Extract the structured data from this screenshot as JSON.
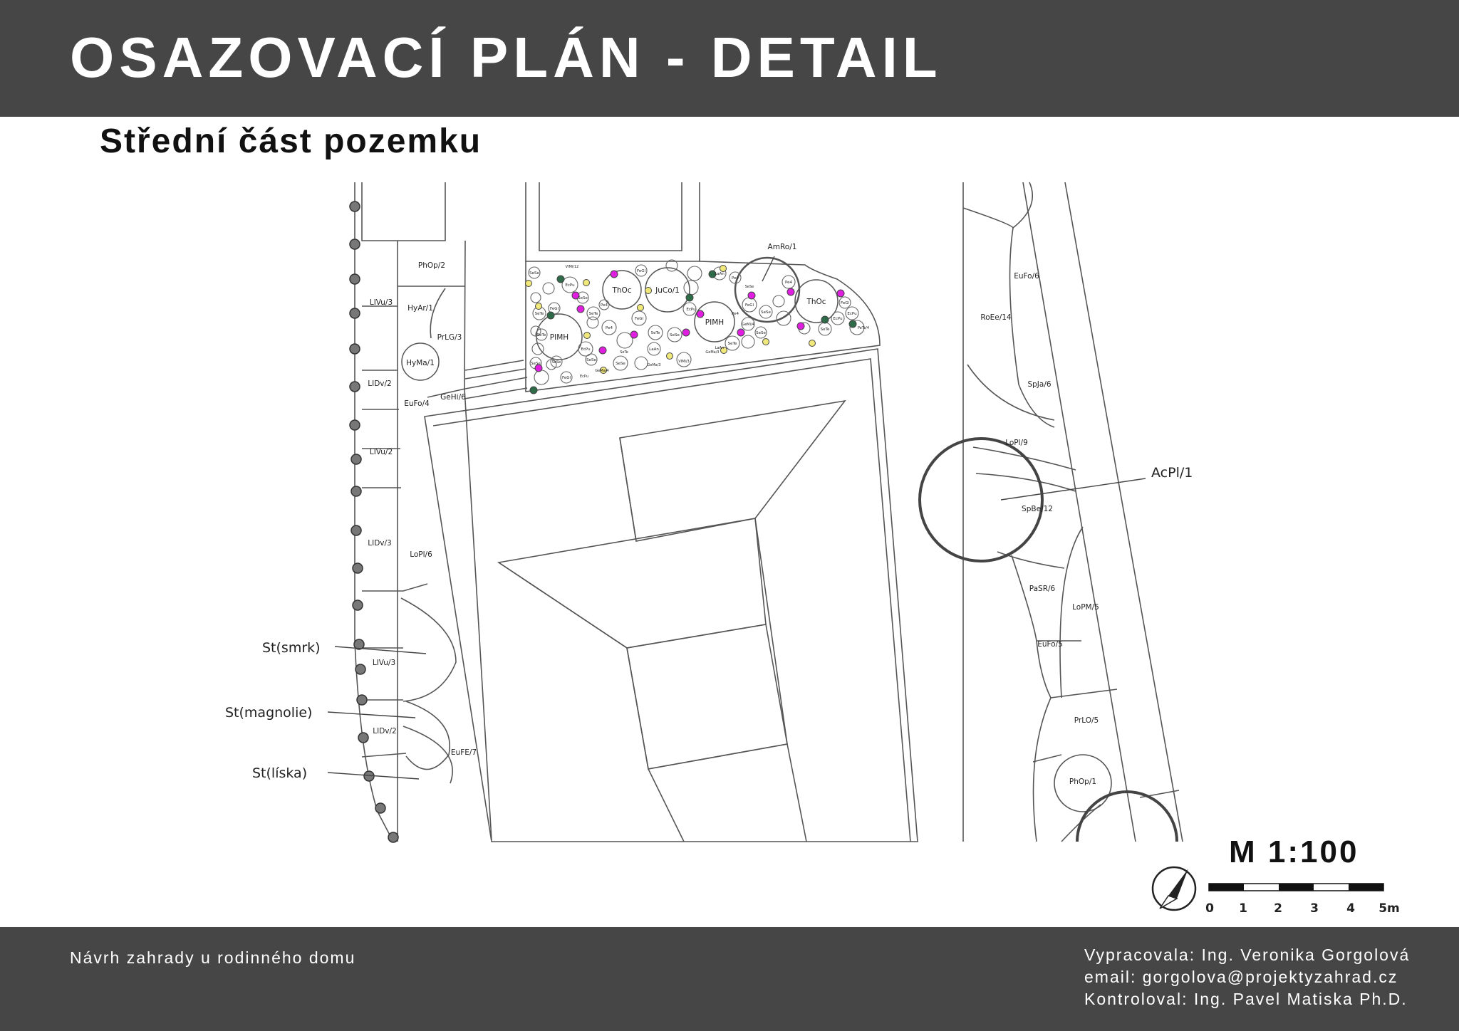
{
  "header": {
    "title": "OSAZOVACÍ PLÁN - DETAIL"
  },
  "subtitle": "Střední část pozemku",
  "plan": {
    "plant_labels": [
      "PhOp/2",
      "HyAr/1",
      "PrLG/3",
      "LIVu/3",
      "LIDv/2",
      "HyMa/1",
      "EuFo/4",
      "GeHi/6",
      "LIVu/2",
      "LIDv/3",
      "LoPl/6",
      "LIVu/3",
      "LIDv/2",
      "EuFE/7",
      "ThOc",
      "JuCo/1",
      "PIMH",
      "PIMH",
      "ThOc",
      "AmRo/1",
      "EuFo/6",
      "RoEe/14",
      "SpJa/6",
      "LoPl/9",
      "SpBe/12",
      "PaSR/6",
      "LoPM/5",
      "EuFo/5",
      "PrLO/5",
      "PhOp/1"
    ],
    "tree_labels": [
      "AcPl/1",
      "St(smrk)",
      "St(magnolie)",
      "St(líska)"
    ],
    "small_labels": [
      "SeSe",
      "FeGl",
      "EcPu",
      "SeTe",
      "SeSe",
      "FeGl",
      "SeSe",
      "EcPu",
      "FeGl",
      "SeTe",
      "Pe4",
      "FeGl",
      "SeSe",
      "EcPu",
      "SeSe",
      "Pe4",
      "SeTe",
      "Pe4",
      "FeGl",
      "LaAn",
      "SeSe",
      "EcPu",
      "SeSe",
      "SeTe",
      "SeTe",
      "Pe4",
      "FeGl",
      "LaAn",
      "SeSe",
      "SeTe",
      "EcPu",
      "Pe4"
    ],
    "tiny_labels": [
      "VIMi/12",
      "VIMi/3",
      "GeMa/4",
      "GeMa/3",
      "GeMa/3",
      "SeSe",
      "PeTe/4",
      "LaAn",
      "EcPu",
      "SeTe",
      "GeMi/4",
      "SeSe"
    ]
  },
  "scale": {
    "title": "M 1:100",
    "ticks": [
      "0",
      "1",
      "2",
      "3",
      "4",
      "5m"
    ]
  },
  "footer": {
    "project": "Návrh zahrady u rodinného domu",
    "author": "Vypracovala: Ing. Veronika Gorgolová",
    "email": "email: gorgolova@projektyzahrad.cz",
    "checked": "Kontroloval: Ing. Pavel Matiska Ph.D."
  },
  "colors": {
    "bar": "#464646",
    "line": "#555555",
    "magenta": "#e01ee0",
    "yellow": "#f0e87a",
    "green": "#2e6b48"
  }
}
